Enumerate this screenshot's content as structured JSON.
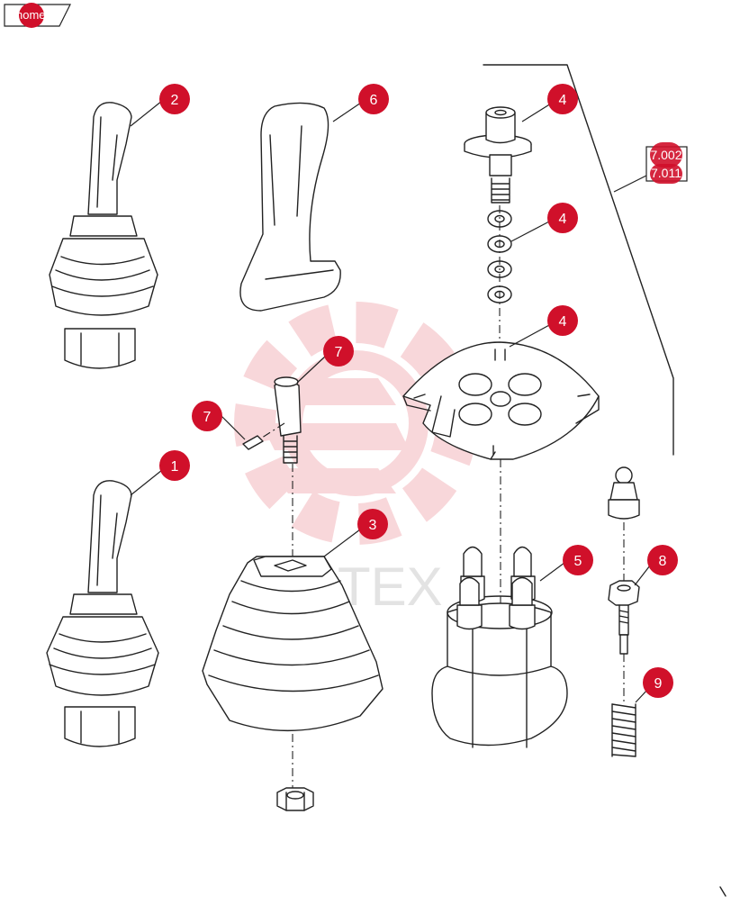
{
  "nav": {
    "home_label": "home"
  },
  "references": [
    "7.002",
    "7.011"
  ],
  "watermark": "MITEX",
  "callouts": [
    {
      "id": "callout-2a",
      "label": "2"
    },
    {
      "id": "callout-6",
      "label": "6"
    },
    {
      "id": "callout-4a",
      "label": "4"
    },
    {
      "id": "callout-4b",
      "label": "4"
    },
    {
      "id": "callout-4c",
      "label": "4"
    },
    {
      "id": "callout-7a",
      "label": "7"
    },
    {
      "id": "callout-7b",
      "label": "7"
    },
    {
      "id": "callout-1",
      "label": "1"
    },
    {
      "id": "callout-3",
      "label": "3"
    },
    {
      "id": "callout-5",
      "label": "5"
    },
    {
      "id": "callout-8",
      "label": "8"
    },
    {
      "id": "callout-9",
      "label": "9"
    }
  ],
  "colors": {
    "callout": "#d0102a",
    "line": "#222222",
    "watermark": "#f6c9cc"
  }
}
